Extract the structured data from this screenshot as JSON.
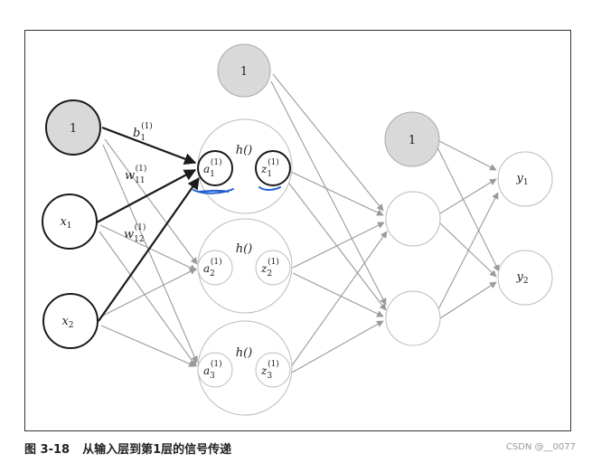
{
  "diagram": {
    "bias_labels": {
      "input": "1",
      "hidden1": "1",
      "hidden2": "1"
    },
    "inputs": {
      "x1": "x",
      "x1_sub": "1",
      "x2": "x",
      "x2_sub": "2"
    },
    "hidden": [
      {
        "func": "h()",
        "a": "a",
        "a_sub": "1",
        "a_sup": "(1)",
        "z": "z",
        "z_sub": "1",
        "z_sup": "(1)"
      },
      {
        "func": "h()",
        "a": "a",
        "a_sub": "2",
        "a_sup": "(1)",
        "z": "z",
        "z_sub": "2",
        "z_sup": "(1)"
      },
      {
        "func": "h()",
        "a": "a",
        "a_sub": "3",
        "a_sup": "(1)",
        "z": "z",
        "z_sub": "3",
        "z_sup": "(1)"
      }
    ],
    "weights": {
      "b": "b",
      "b_sub": "1",
      "b_sup": "(1)",
      "w11": "w",
      "w11_sub": "11",
      "w11_sup": "(1)",
      "w12": "w",
      "w12_sub": "12",
      "w12_sup": "(1)"
    },
    "outputs": {
      "y1": "y",
      "y1_sub": "1",
      "y2": "y",
      "y2_sub": "2"
    },
    "colors": {
      "bias_fill": "#d9d9d9",
      "highlight": "#1a1a1a",
      "edge": "#9a9a9a",
      "annotation": "#1f5fd1"
    }
  },
  "caption": {
    "number": "图 3-18",
    "text": "从输入层到第1层的信号传递"
  },
  "watermark": "CSDN @__0077"
}
